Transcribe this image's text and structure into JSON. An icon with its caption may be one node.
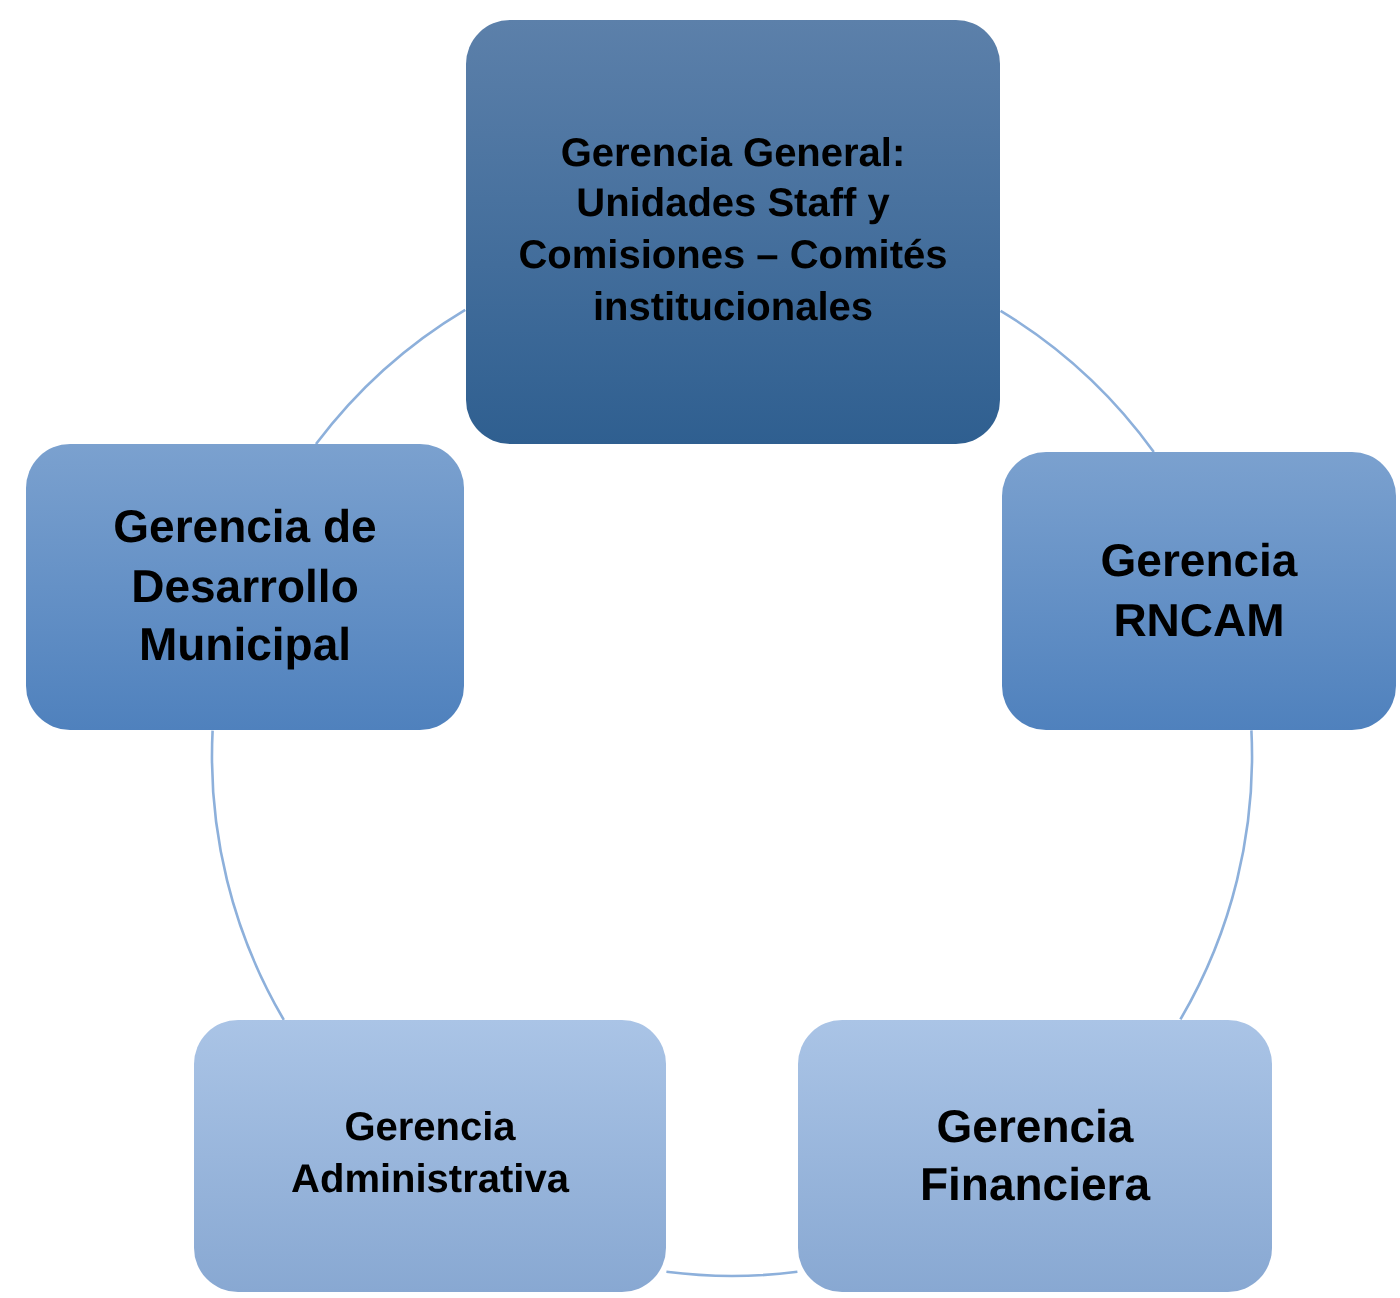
{
  "diagram": {
    "nodes": [
      {
        "text": [
          "Gerencia General: Unidades Staff y Comisiones – Comités institucionales"
        ]
      },
      {
        "text": [
          "Gerencia de Desarrollo Municipal"
        ]
      },
      {
        "text": [
          "Gerencia RNCAM"
        ]
      },
      {
        "text": [
          "Gerencia Administrativa"
        ]
      },
      {
        "text": [
          "Gerencia Financiera"
        ]
      }
    ],
    "edges": [
      {
        "from": 0,
        "to": 2,
        "arrow": "none"
      },
      {
        "from": 2,
        "to": 4,
        "arrow": "none"
      },
      {
        "from": 4,
        "to": 3,
        "arrow": "none"
      },
      {
        "from": 3,
        "to": 1,
        "arrow": "none"
      },
      {
        "from": 1,
        "to": 0,
        "arrow": "none"
      }
    ]
  }
}
